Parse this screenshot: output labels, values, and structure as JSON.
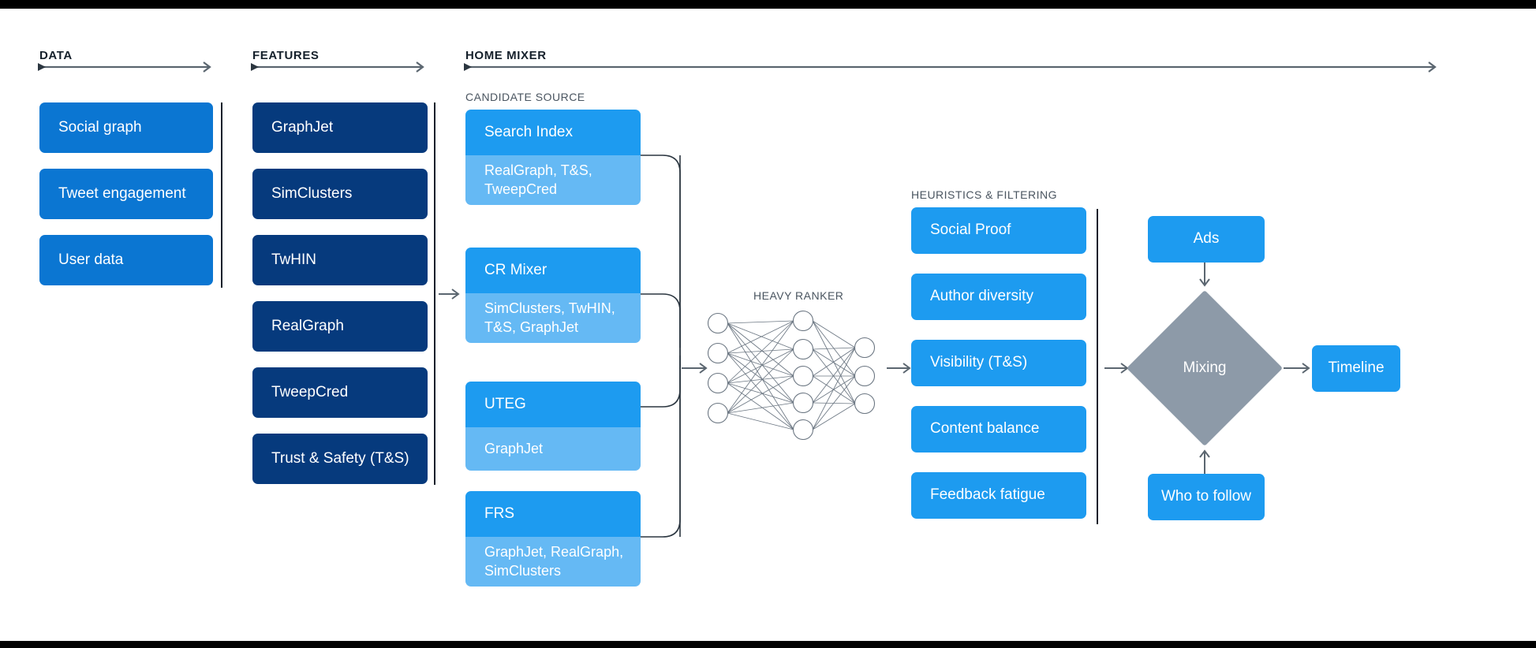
{
  "sections": {
    "data": {
      "title": "DATA"
    },
    "features": {
      "title": "FEATURES"
    },
    "home_mixer": {
      "title": "HOME MIXER"
    },
    "candidate_source": {
      "label": "CANDIDATE SOURCE"
    },
    "heavy_ranker": {
      "label": "HEAVY RANKER"
    },
    "heuristics": {
      "label": "HEURISTICS & FILTERING"
    }
  },
  "data_boxes": [
    {
      "label": "Social graph"
    },
    {
      "label": "Tweet engagement"
    },
    {
      "label": "User data"
    }
  ],
  "feature_boxes": [
    {
      "label": "GraphJet"
    },
    {
      "label": "SimClusters"
    },
    {
      "label": "TwHIN"
    },
    {
      "label": "RealGraph"
    },
    {
      "label": "TweepCred"
    },
    {
      "label": "Trust & Safety (T&S)"
    }
  ],
  "candidate_sources": [
    {
      "title": "Search Index",
      "features": "RealGraph, T&S,\nTweepCred"
    },
    {
      "title": "CR Mixer",
      "features": "SimClusters, TwHIN,\nT&S, GraphJet"
    },
    {
      "title": "UTEG",
      "features": "GraphJet"
    },
    {
      "title": "FRS",
      "features": "GraphJet, RealGraph,\nSimClusters"
    }
  ],
  "heuristic_boxes": [
    {
      "label": "Social Proof"
    },
    {
      "label": "Author diversity"
    },
    {
      "label": "Visibility (T&S)"
    },
    {
      "label": "Content balance"
    },
    {
      "label": "Feedback fatigue"
    }
  ],
  "output": {
    "ads": "Ads",
    "who_to_follow": "Who to follow",
    "mixing": "Mixing",
    "timeline": "Timeline"
  },
  "neural_net": {
    "input_nodes": 4,
    "hidden_nodes": 5,
    "output_nodes": 3
  },
  "colors": {
    "data_blue": "#0b76d2",
    "feature_navy": "#063a7d",
    "accent_blue": "#1d9bf0",
    "light_blue": "#65b9f4",
    "diamond_gray": "#8d9aa8",
    "line_gray": "#5b6670",
    "divider_dark": "#15202b",
    "page_black": "#000000"
  }
}
